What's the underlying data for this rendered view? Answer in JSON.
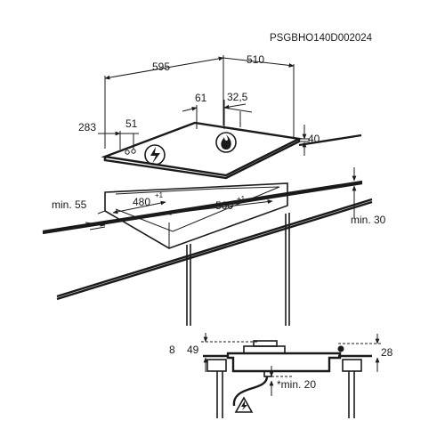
{
  "diagram": {
    "product_code": "PSGBHO140D002024",
    "dimensions": {
      "width": "595",
      "depth": "510",
      "burner_offset": "61",
      "burner_depth": "32,5",
      "side_offset": "283",
      "knob_offset": "51",
      "height": "40",
      "min_edge": "min. 55",
      "cutout_depth": "480",
      "cutout_width": "560",
      "tolerance": "+1",
      "min_below": "min. 30",
      "section_left_total": "8",
      "section_left_height": "49",
      "section_right": "28",
      "section_min_below": "*min. 20"
    },
    "icons": {
      "electric_symbol": "electric-bolt-icon",
      "gas_symbol": "gas-flame-icon",
      "warning_symbol": "warning-triangle-icon"
    }
  }
}
